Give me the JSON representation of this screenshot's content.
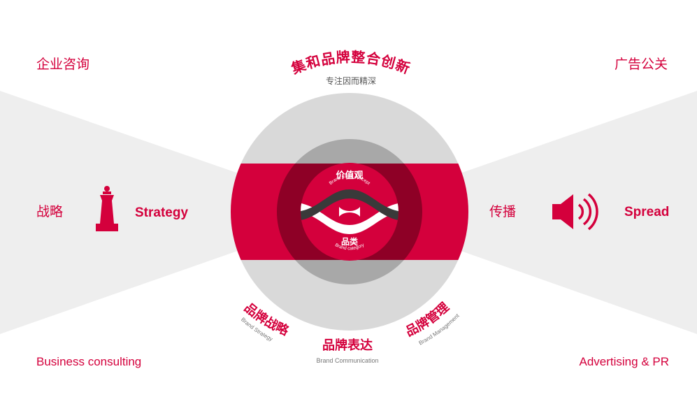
{
  "corners": {
    "top_left": "企业咨询",
    "top_right": "广告公关",
    "bottom_left": "Business consulting",
    "bottom_right": "Advertising & PR"
  },
  "top": {
    "title": "集和品牌整合创新",
    "subtitle": "专注因而精深"
  },
  "left": {
    "cn": "战略",
    "en": "Strategy",
    "icon": "chess-queen-icon"
  },
  "right": {
    "cn": "传播",
    "en": "Spread",
    "icon": "speaker-icon"
  },
  "center": {
    "top_cn": "价值观",
    "top_en": "Brand value concept",
    "bottom_cn": "品类",
    "bottom_en": "Brand category"
  },
  "arcs": {
    "strategy_cn": "品牌战略",
    "strategy_en": "Brand Strategy",
    "communication_cn": "品牌表达",
    "communication_en": "Brand Communication",
    "management_cn": "品牌管理",
    "management_en": "Brand Management"
  },
  "colors": {
    "accent": "#d4003c",
    "dark_accent": "#8e0026",
    "outer_ring": "#d9d9d9",
    "middle_ring": "#a8a8a8",
    "wing": "#eeeeee",
    "wave_dark": "#3a3a3a"
  }
}
